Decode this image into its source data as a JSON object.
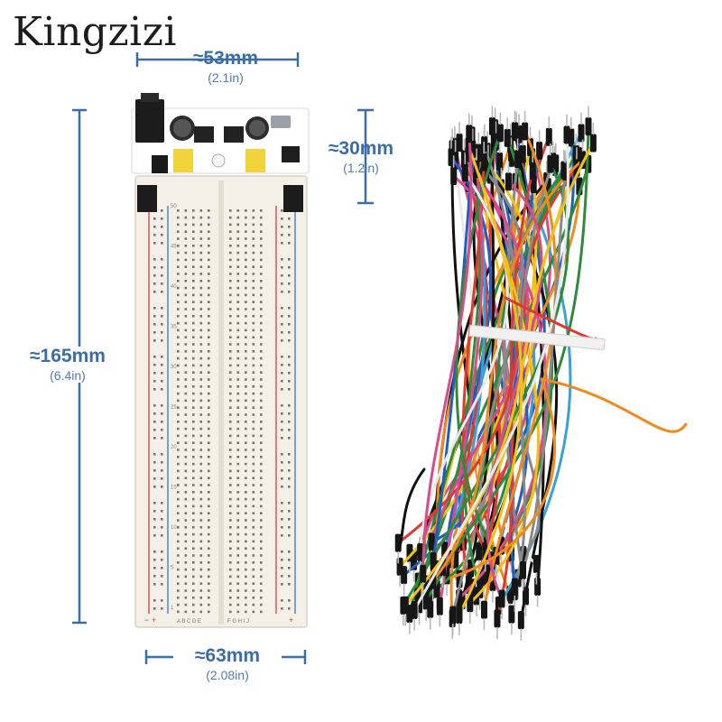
{
  "brand": {
    "name": "Kingzizi"
  },
  "dimensions": {
    "top_width": {
      "main": "≈53mm",
      "sub": "(2.1in)"
    },
    "module_height": {
      "main": "≈30mm",
      "sub": "(1.2in)"
    },
    "board_height": {
      "main": "≈165mm",
      "sub": "(6.4in)"
    },
    "bottom_width": {
      "main": "≈63mm",
      "sub": "(2.08in)"
    }
  },
  "colors": {
    "dimension_line": "#3a6ea8",
    "board": "#f3efe6",
    "rail_red": "#e23b3b",
    "rail_blue": "#3a72c9"
  },
  "board_labels": {
    "row_numbers": [
      "50",
      "45",
      "40",
      "35",
      "30",
      "25",
      "20",
      "15",
      "10",
      "5",
      "1"
    ],
    "left_columns": "A B C D E",
    "right_columns": "F G H I J"
  }
}
